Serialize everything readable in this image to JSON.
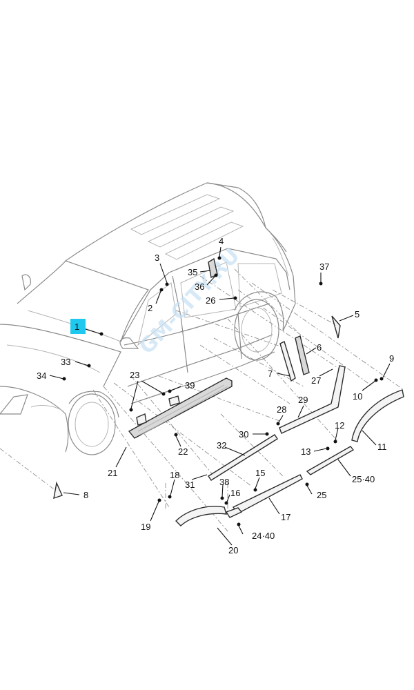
{
  "watermark": "GM-CITY.RU",
  "highlight_color": "#1ec8ee",
  "callouts": [
    {
      "id": "c1",
      "text": "1",
      "highlighted": true
    },
    {
      "id": "c2",
      "text": "2"
    },
    {
      "id": "c3",
      "text": "3"
    },
    {
      "id": "c4",
      "text": "4"
    },
    {
      "id": "c5",
      "text": "5"
    },
    {
      "id": "c6",
      "text": "6"
    },
    {
      "id": "c7",
      "text": "7"
    },
    {
      "id": "c8",
      "text": "8"
    },
    {
      "id": "c9",
      "text": "9"
    },
    {
      "id": "c10",
      "text": "10"
    },
    {
      "id": "c11",
      "text": "11"
    },
    {
      "id": "c12",
      "text": "12"
    },
    {
      "id": "c13",
      "text": "13"
    },
    {
      "id": "c15",
      "text": "15"
    },
    {
      "id": "c16",
      "text": "16"
    },
    {
      "id": "c17",
      "text": "17"
    },
    {
      "id": "c18",
      "text": "18"
    },
    {
      "id": "c19",
      "text": "19"
    },
    {
      "id": "c20",
      "text": "20"
    },
    {
      "id": "c21",
      "text": "21"
    },
    {
      "id": "c22",
      "text": "22"
    },
    {
      "id": "c23",
      "text": "23"
    },
    {
      "id": "c24",
      "text": "24·40"
    },
    {
      "id": "c25a",
      "text": "25·40"
    },
    {
      "id": "c25b",
      "text": "25"
    },
    {
      "id": "c26",
      "text": "26"
    },
    {
      "id": "c27",
      "text": "27"
    },
    {
      "id": "c28",
      "text": "28"
    },
    {
      "id": "c29",
      "text": "29"
    },
    {
      "id": "c30",
      "text": "30"
    },
    {
      "id": "c31",
      "text": "31"
    },
    {
      "id": "c32",
      "text": "32"
    },
    {
      "id": "c33",
      "text": "33"
    },
    {
      "id": "c34",
      "text": "34"
    },
    {
      "id": "c35",
      "text": "35"
    },
    {
      "id": "c36",
      "text": "36"
    },
    {
      "id": "c37",
      "text": "37"
    },
    {
      "id": "c38",
      "text": "38"
    },
    {
      "id": "c39",
      "text": "39"
    }
  ]
}
